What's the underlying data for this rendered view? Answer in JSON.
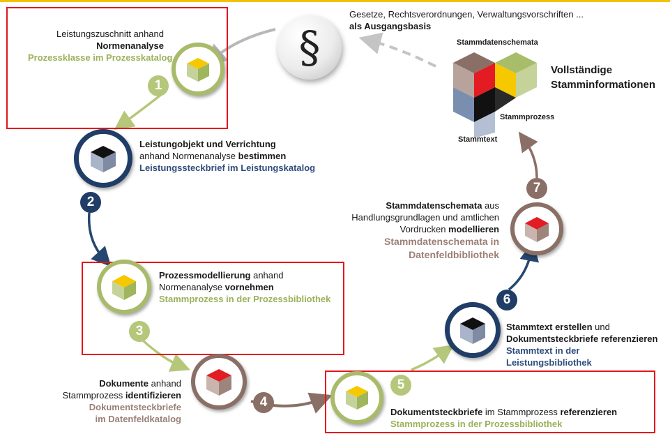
{
  "top_text": {
    "line1": "Gesetze, Rechtsverordnungen, Verwaltungsvorschriften ...",
    "line2": "als Ausgangsbasis"
  },
  "overview": {
    "title_line1": "Vollständige",
    "title_line2": "Stamminformationen",
    "label_schemata": "Stammdatenschemata",
    "label_prozess": "Stammprozess",
    "label_text": "Stammtext"
  },
  "paragraph_symbol": "§",
  "steps": [
    {
      "number": "1",
      "line1": "Leistungszuschnitt anhand",
      "line2": "Normenanalyse",
      "line3": "Prozessklasse im Prozesskatalog"
    },
    {
      "number": "2",
      "line1a": "Leistungobjekt und Verrichtung",
      "line2a": "anhand Normenanalyse ",
      "line2b": "bestimmen",
      "line3": "Leistungssteckbrief im Leistungskatalog"
    },
    {
      "number": "3",
      "line1a": "Prozessmodellierung",
      "line1b": " anhand",
      "line2a": "Normenanalyse ",
      "line2b": "vornehmen",
      "line3": "Stammprozess in der Prozessbibliothek"
    },
    {
      "number": "4",
      "line1a": "Dokumente",
      "line1b": " anhand",
      "line2a": "Stammprozess ",
      "line2b": "identifizieren",
      "line3": "Dokumentsteckbriefe",
      "line4": "im Datenfeldkatalog"
    },
    {
      "number": "5",
      "line1a": "Dokumentsteckbriefe",
      "line1b": " im Stammprozess ",
      "line1c": "referenzieren",
      "line2": "Stammprozess in der Prozessbibliothek"
    },
    {
      "number": "6",
      "line1a": "Stammtext erstellen",
      "line1b": " und",
      "line2": "Dokumentsteckbriefe referenzieren",
      "line3": "Stammtext in der",
      "line4": "Leistungsbibliothek"
    },
    {
      "number": "7",
      "line1a": "Stammdatenschemata",
      "line1b": " aus",
      "line2": "Handlungsgrundlagen und amtlichen",
      "line3a": "Vordrucken ",
      "line3b": "modellieren",
      "line4": "Stammdatenschemata in",
      "line5": "Datenfeldbibliothek"
    }
  ],
  "colors": {
    "green": "#9bb15a",
    "blue": "#1f3d66",
    "brown": "#8a6f66",
    "red_frame": "#e5141b",
    "cube_yellow": "#f5c800",
    "cube_red": "#e31b23",
    "cube_black": "#111111"
  }
}
